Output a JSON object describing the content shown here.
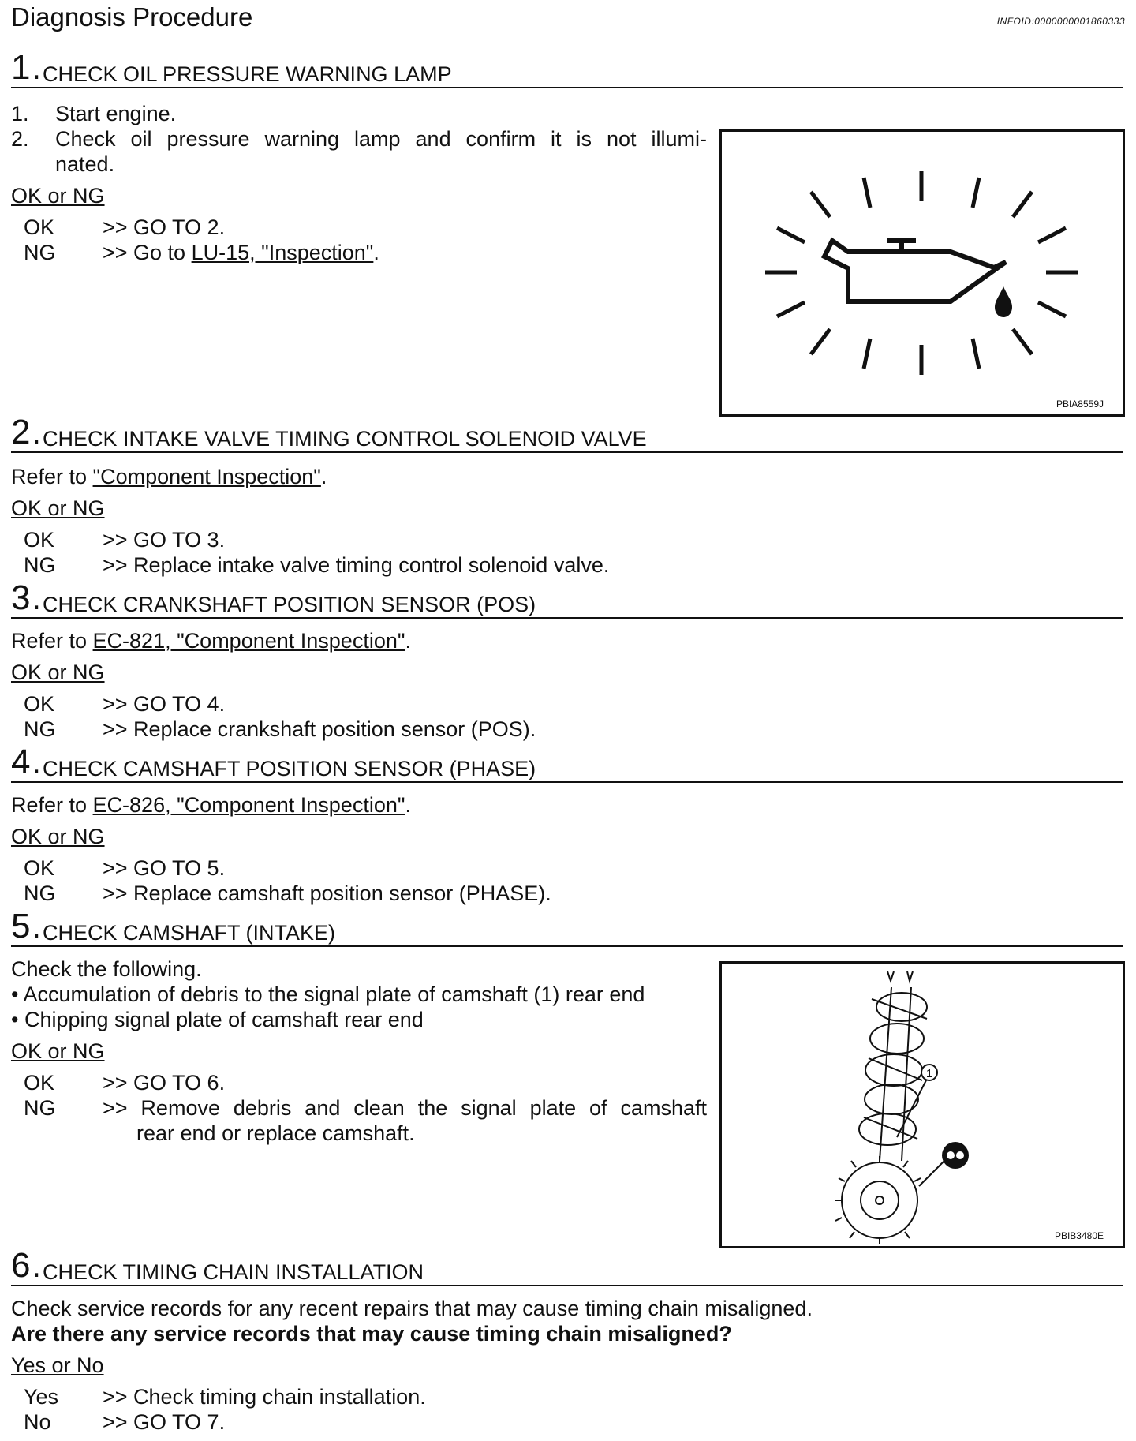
{
  "header": {
    "title": "Diagnosis Procedure",
    "info_id": "INFOID:0000000001860333"
  },
  "steps": [
    {
      "number": "1",
      "title": "CHECK OIL PRESSURE WARNING LAMP",
      "items": [
        {
          "num": "1.",
          "text": "Start engine."
        },
        {
          "num": "2.",
          "text_line1": "Check oil pressure warning lamp and confirm it is not illumi-",
          "text_line2": "nated."
        }
      ],
      "result_label": "OK or NG",
      "ok_label": "OK",
      "ok_action": ">> GO TO 2.",
      "ng_label": "NG",
      "ng_prefix": ">> Go to ",
      "ng_link": "LU-15, \"Inspection\"",
      "ng_suffix": ".",
      "figure_code": "PBIA8559J"
    },
    {
      "number": "2",
      "title": "CHECK INTAKE VALVE TIMING CONTROL SOLENOID VALVE",
      "refer_prefix": "Refer to ",
      "refer_link": "\"Component Inspection\"",
      "refer_suffix": ".",
      "result_label": "OK or NG",
      "ok_label": "OK",
      "ok_action": ">> GO TO 3.",
      "ng_label": "NG",
      "ng_action": ">> Replace intake valve timing control solenoid valve."
    },
    {
      "number": "3",
      "title": "CHECK CRANKSHAFT POSITION SENSOR (POS)",
      "refer_prefix": "Refer to ",
      "refer_link": "EC-821, \"Component Inspection\"",
      "refer_suffix": ".",
      "result_label": "OK or NG",
      "ok_label": "OK",
      "ok_action": ">> GO TO 4.",
      "ng_label": "NG",
      "ng_action": ">> Replace crankshaft position sensor (POS)."
    },
    {
      "number": "4",
      "title": "CHECK CAMSHAFT POSITION SENSOR (PHASE)",
      "refer_prefix": "Refer to ",
      "refer_link": "EC-826, \"Component Inspection\"",
      "refer_suffix": ".",
      "result_label": "OK or NG",
      "ok_label": "OK",
      "ok_action": ">> GO TO 5.",
      "ng_label": "NG",
      "ng_action": ">> Replace camshaft position sensor (PHASE)."
    },
    {
      "number": "5",
      "title": "CHECK CAMSHAFT (INTAKE)",
      "intro": "Check the following.",
      "bullets": [
        "Accumulation of debris to the signal plate of camshaft (1) rear end",
        "Chipping signal plate of camshaft rear end"
      ],
      "result_label": "OK or NG",
      "ok_label": "OK",
      "ok_action": ">> GO TO 6.",
      "ng_label": "NG",
      "ng_action_line1": ">> Remove debris and clean the signal plate of camshaft",
      "ng_action_line2": "rear end or replace camshaft.",
      "figure_code": "PBIB3480E",
      "callout": "1"
    },
    {
      "number": "6",
      "title": "CHECK TIMING CHAIN INSTALLATION",
      "text": "Check service records for any recent repairs that may cause timing chain misaligned.",
      "question": "Are there any service records that may cause timing chain misaligned?",
      "result_label": "Yes or No",
      "yes_label": "Yes",
      "yes_action": ">> Check timing chain installation.",
      "no_label": "No",
      "no_action": ">> GO TO 7."
    }
  ]
}
